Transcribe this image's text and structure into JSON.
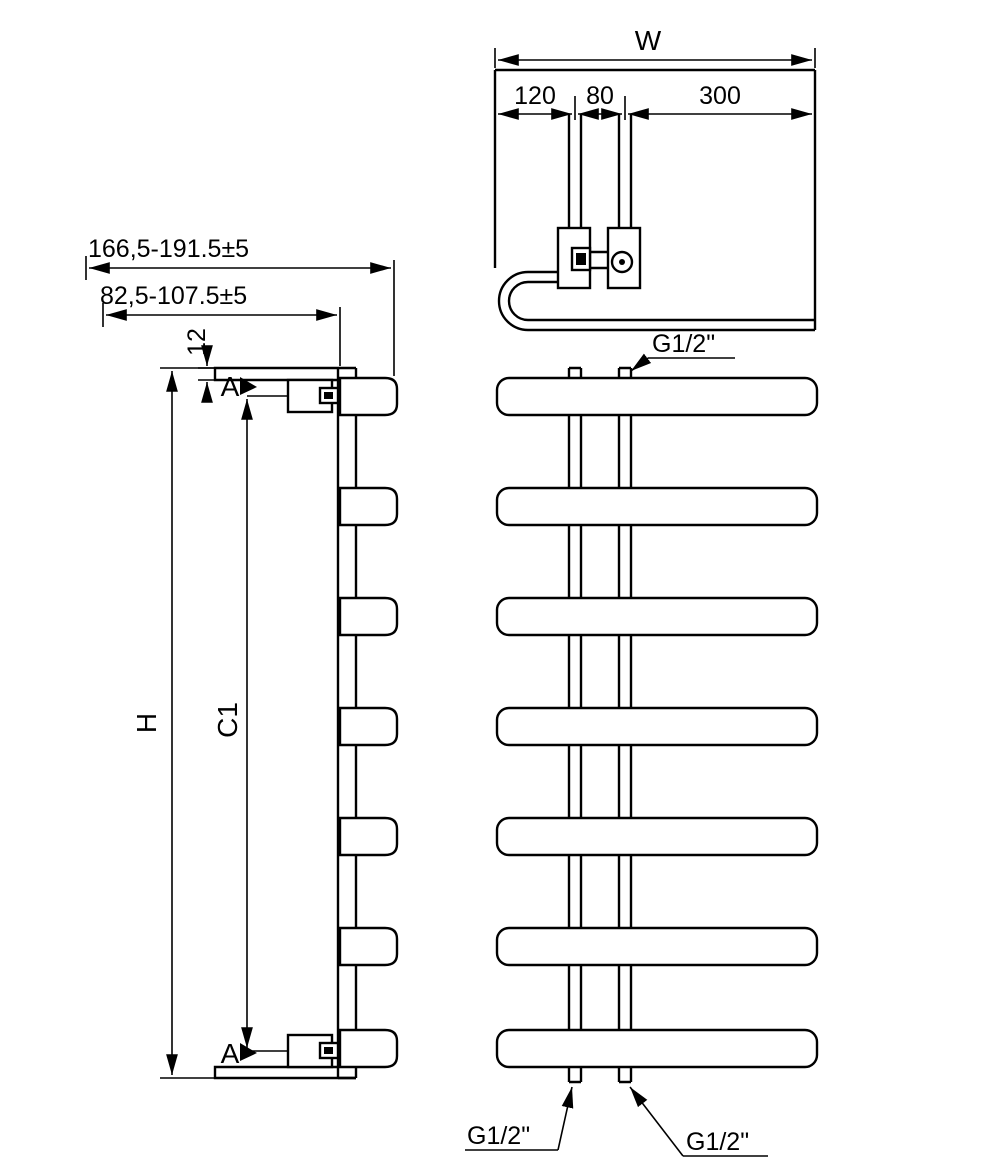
{
  "drawing": {
    "front_view": {
      "width_label": "W",
      "segments": [
        "120",
        "80",
        "300"
      ],
      "fitting_top": "G1/2\"",
      "fitting_bottom_left": "G1/2\"",
      "fitting_bottom_right": "G1/2\""
    },
    "side_view": {
      "mount_depth_range_outer": "166,5-191.5±5",
      "mount_depth_range_inner": "82,5-107.5±5",
      "plate_thickness": "12",
      "overall_height": "H",
      "bracket_centers": "C1",
      "section_top": "A",
      "section_bottom": "A"
    }
  }
}
